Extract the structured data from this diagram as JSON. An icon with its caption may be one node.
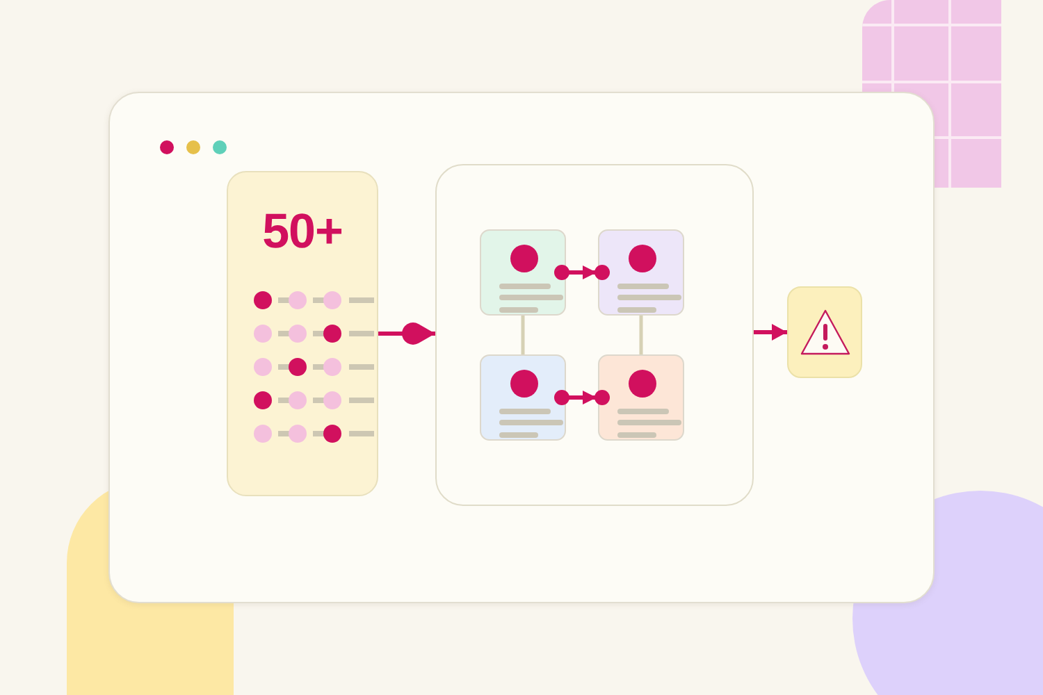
{
  "diagram": {
    "nodes": [
      {
        "text": [
          "50+"
        ]
      },
      {
        "text": [],
        "shape": "box"
      },
      {
        "text": [],
        "shape": "box",
        "in": 1
      },
      {
        "text": [],
        "shape": "box",
        "in": 1
      },
      {
        "text": [],
        "shape": "box",
        "in": 1
      },
      {
        "text": [],
        "shape": "box",
        "in": 1
      },
      {
        "text": [],
        "shape": "box"
      }
    ],
    "edges": [
      {
        "from": 0,
        "to": 1,
        "arrow": "to"
      },
      {
        "from": 2,
        "to": 3,
        "arrow": "to"
      },
      {
        "from": 2,
        "to": 4,
        "arrow": "none",
        "color": "#d6d1b5"
      },
      {
        "from": 3,
        "to": 5,
        "arrow": "none",
        "color": "#d6d1b5"
      },
      {
        "from": 4,
        "to": 5,
        "arrow": "to"
      },
      {
        "from": 1,
        "to": 6,
        "arrow": "to"
      }
    ]
  }
}
